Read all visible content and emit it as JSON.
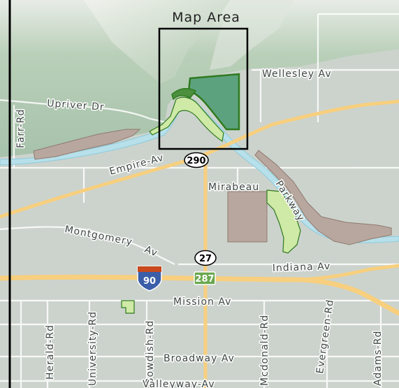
{
  "map": {
    "title": "Map Area",
    "streets": {
      "wellesley": "Wellesley Av",
      "upriver": "Upriver Dr",
      "farr": "Farr-Rd",
      "empire": "Empire-Av",
      "mirabeau": "Mirabeau",
      "parkway": "Parkway",
      "montgomery": "Montgomery",
      "montgomery_av": "Av",
      "indiana": "Indiana Av",
      "mission": "Mission Av",
      "herald": "Herald-Rd",
      "university": "University-Rd",
      "bowdish": "Bowdish-Rd",
      "mcdonald": "Mcdonald-Rd",
      "evergreen": "Evergreen-Rd",
      "adams": "Adams-Rd",
      "broadway": "Broadway Av",
      "valleyway": "Valleyway-Av"
    },
    "shields": {
      "route_290": "290",
      "route_27": "27",
      "interstate_90": "90",
      "route_287": "287"
    },
    "colors": {
      "land": "#ccd3cd",
      "hills": "#a9c3ad",
      "river": "#b7e0ea",
      "highway": "#f7cf7e",
      "park_dark": "#5da27e",
      "park_light": "#cfe9a6",
      "brown_parcel": "#b8a79f",
      "outline_green": "#2f7a1f",
      "interstate_red": "#c84a1d",
      "interstate_blue": "#3a5ea8",
      "state_green": "#6aa84f"
    }
  }
}
